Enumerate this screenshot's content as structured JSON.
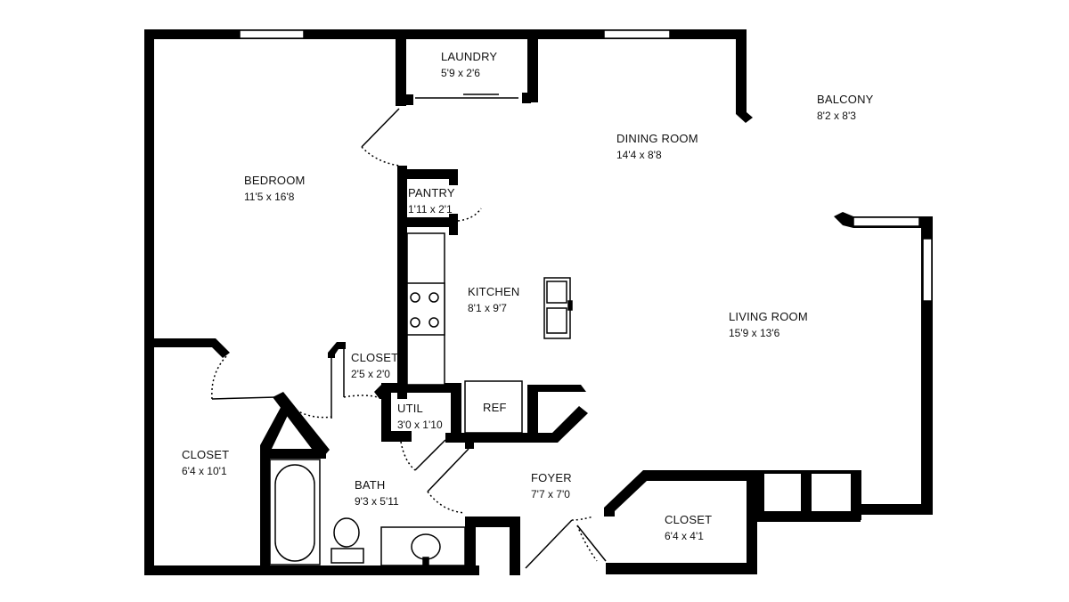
{
  "rooms": {
    "laundry": {
      "name": "LAUNDRY",
      "dims": "5'9 x 2'6"
    },
    "balcony": {
      "name": "BALCONY",
      "dims": "8'2 x 8'3"
    },
    "dining": {
      "name": "DINING ROOM",
      "dims": "14'4 x 8'8"
    },
    "bedroom": {
      "name": "BEDROOM",
      "dims": "11'5 x 16'8"
    },
    "pantry": {
      "name": "PANTRY",
      "dims": "1'11 x 2'1"
    },
    "kitchen": {
      "name": "KITCHEN",
      "dims": "8'1 x 9'7"
    },
    "living": {
      "name": "LIVING ROOM",
      "dims": "15'9 x 13'6"
    },
    "closet_small": {
      "name": "CLOSET",
      "dims": "2'5 x 2'0"
    },
    "util": {
      "name": "UTIL",
      "dims": "3'0 x 1'10"
    },
    "ref": {
      "name": "REF"
    },
    "closet_left": {
      "name": "CLOSET",
      "dims": "6'4 x 10'1"
    },
    "bath": {
      "name": "BATH",
      "dims": "9'3 x 5'11"
    },
    "foyer": {
      "name": "FOYER",
      "dims": "7'7 x 7'0"
    },
    "closet_right": {
      "name": "CLOSET",
      "dims": "6'4 x 4'1"
    }
  }
}
